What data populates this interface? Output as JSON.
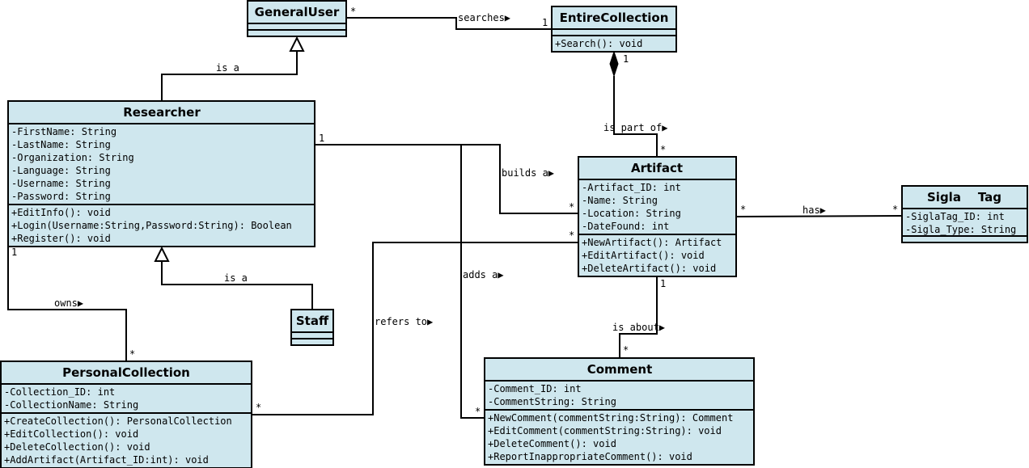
{
  "classes": {
    "general_user": {
      "name": "GeneralUser",
      "attributes": [],
      "methods": []
    },
    "entire_collection": {
      "name": "EntireCollection",
      "attributes": [],
      "methods": [
        "+Search(): void"
      ]
    },
    "researcher": {
      "name": "Researcher",
      "attributes": [
        "-FirstName: String",
        "-LastName: String",
        "-Organization: String",
        "-Language: String",
        "-Username: String",
        "-Password: String"
      ],
      "methods": [
        "+EditInfo(): void",
        "+Login(Username:String,Password:String): Boolean",
        "+Register(): void"
      ]
    },
    "artifact": {
      "name": "Artifact",
      "attributes": [
        "-Artifact_ID: int",
        "-Name: String",
        "-Location: String",
        "-DateFound: int"
      ],
      "methods": [
        "+NewArtifact(): Artifact",
        "+EditArtifact(): void",
        "+DeleteArtifact(): void"
      ]
    },
    "sigla_tag": {
      "name": "Sigla    Tag",
      "attributes": [
        "-SiglaTag_ID: int",
        "-Sigla_Type: String"
      ],
      "methods": []
    },
    "staff": {
      "name": "Staff",
      "attributes": [],
      "methods": []
    },
    "personal_collection": {
      "name": "PersonalCollection",
      "attributes": [
        "-Collection_ID: int",
        "-CollectionName: String"
      ],
      "methods": [
        "+CreateCollection(): PersonalCollection",
        "+EditCollection(): void",
        "+DeleteCollection(): void",
        "+AddArtifact(Artifact_ID:int): void"
      ]
    },
    "comment": {
      "name": "Comment",
      "attributes": [
        "-Comment_ID: int",
        "-CommentString: String"
      ],
      "methods": [
        "+NewComment(commentString:String): Comment",
        "+EditComment(commentString:String): void",
        "+DeleteComment(): void",
        "+ReportInappropriateComment(): void"
      ]
    }
  },
  "relations": {
    "searches": {
      "label": "searches▶",
      "from_mult": "*",
      "to_mult": "1"
    },
    "researcher_is_a": {
      "label": "is a"
    },
    "staff_is_a": {
      "label": "is a"
    },
    "is_part_of": {
      "label": "is part of▶",
      "from_mult": "1",
      "to_mult": "*"
    },
    "builds_a": {
      "label": "builds a▶",
      "from_mult": "1",
      "to_mult": "*"
    },
    "has": {
      "label": "has▶",
      "from_mult": "*",
      "to_mult": "*"
    },
    "adds_a": {
      "label": "adds a▶",
      "to_mult": "*"
    },
    "refers_to": {
      "label": "refers to▶",
      "from_mult": "*",
      "to_mult": "*"
    },
    "owns": {
      "label": "owns▶",
      "from_mult": "1",
      "to_mult": "*"
    },
    "is_about": {
      "label": "is about▶",
      "from_mult": "1",
      "to_mult": "*"
    }
  }
}
